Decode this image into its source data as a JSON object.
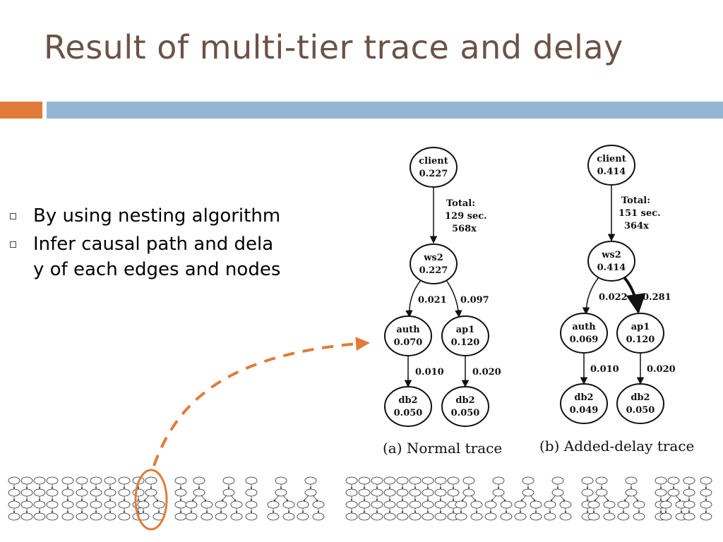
{
  "slide": {
    "title": "Result of multi-tier trace and delay",
    "bullets": [
      "By using nesting algorithm",
      "Infer causal path and dela y of each edges and nodes"
    ],
    "bullet_lines": [
      [
        "By using nesting algorithm"
      ],
      [
        "Infer causal path and dela",
        "y of each edges and nodes"
      ]
    ],
    "colors": {
      "title": "#6b5247",
      "accent_orange": "#e07b39",
      "accent_blue": "#94b6d2"
    }
  },
  "graphs": [
    {
      "caption": "(a) Normal trace",
      "nodes": {
        "client": [
          "client",
          "0.227"
        ],
        "ws2": [
          "ws2",
          "0.227"
        ],
        "auth": [
          "auth",
          "0.070"
        ],
        "ap1": [
          "ap1",
          "0.120"
        ],
        "db2a": [
          "db2",
          "0.050"
        ],
        "db2b": [
          "db2",
          "0.050"
        ]
      },
      "total": [
        "Total:",
        "129 sec.",
        "568x"
      ],
      "edges": {
        "ws2_auth": "0.021",
        "ws2_ap1": "0.097",
        "auth_db2": "0.010",
        "ap1_db2": "0.020"
      }
    },
    {
      "caption": "(b) Added-delay trace",
      "nodes": {
        "client": [
          "client",
          "0.414"
        ],
        "ws2": [
          "ws2",
          "0.414"
        ],
        "auth": [
          "auth",
          "0.069"
        ],
        "ap1": [
          "ap1",
          "0.120"
        ],
        "db2a": [
          "db2",
          "0.049"
        ],
        "db2b": [
          "db2",
          "0.050"
        ]
      },
      "total": [
        "Total:",
        "151 sec.",
        "364x"
      ],
      "edges": {
        "ws2_auth": "0.022",
        "ws2_ap1": "0.281",
        "auth_db2": "0.010",
        "ap1_db2": "0.020"
      }
    }
  ],
  "thumbnail_strip": {
    "highlighted_index": 10,
    "count": 46
  }
}
